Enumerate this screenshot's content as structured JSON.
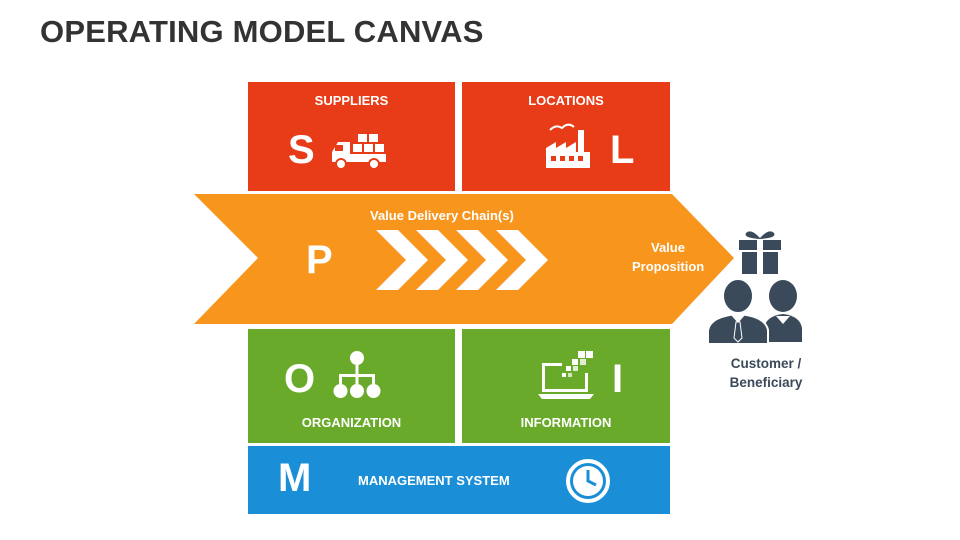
{
  "title": "OPERATING MODEL CANVAS",
  "colors": {
    "red": "#e73c17",
    "orange": "#f7951d",
    "green": "#6aaa2a",
    "blue": "#1a8fd8",
    "customer": "#3b4a5a"
  },
  "suppliers": {
    "label": "SUPPLIERS",
    "letter": "S",
    "icon": "delivery-truck-icon"
  },
  "locations": {
    "label": "LOCATIONS",
    "letter": "L",
    "icon": "factory-icon"
  },
  "process": {
    "letter": "P",
    "chain_label": "Value Delivery Chain(s)",
    "value_line1": "Value",
    "value_line2": "Proposition",
    "icon": "chevrons-icon"
  },
  "organization": {
    "label": "ORGANIZATION",
    "letter": "O",
    "icon": "org-chart-icon"
  },
  "information": {
    "label": "INFORMATION",
    "letter": "I",
    "icon": "laptop-data-icon"
  },
  "management": {
    "label": "MANAGEMENT SYSTEM",
    "letter": "M",
    "icon": "clock-icon"
  },
  "customer": {
    "line1": "Customer /",
    "line2": "Beneficiary",
    "gift_icon": "gift-icon",
    "people_icon": "people-icon"
  }
}
